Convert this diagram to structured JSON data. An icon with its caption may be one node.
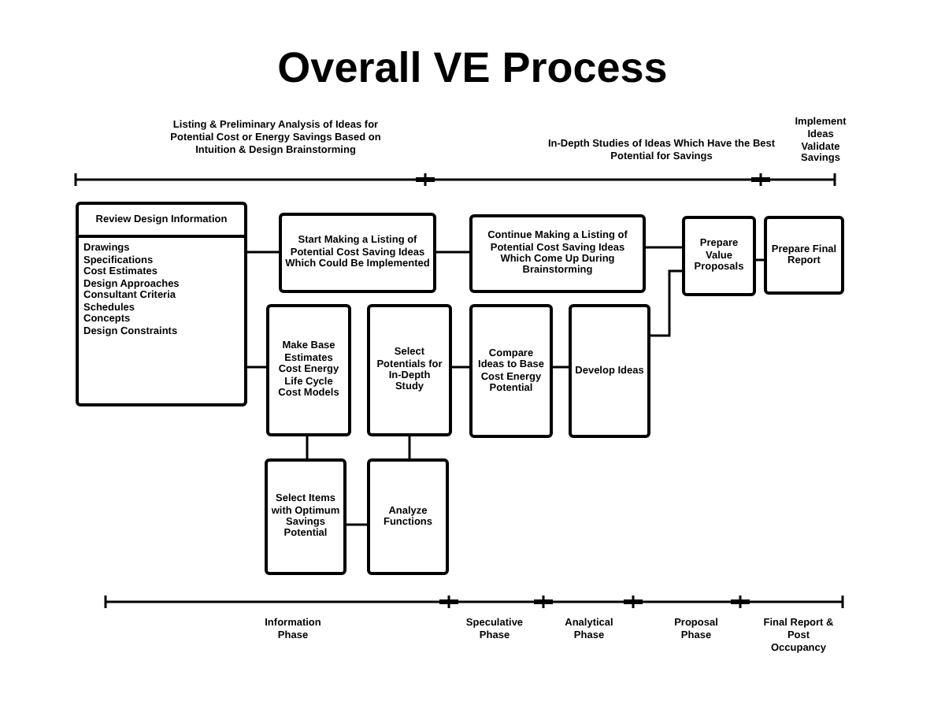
{
  "diagram": {
    "title": "Overall VE Process",
    "nodes": [
      {
        "text": [
          "Review Design Information",
          "Drawings",
          "Specifications",
          "Cost Estimates",
          "Design Approaches",
          "Consultant Criteria",
          "Schedules",
          "Concepts",
          "Design Constraints"
        ]
      },
      {
        "text": [
          "Start Making a Listing of Potential Cost Saving Ideas Which Could Be Implemented"
        ]
      },
      {
        "text": [
          "Continue Making a Listing of Potential Cost Saving Ideas Which Come Up During Brainstorming"
        ]
      },
      {
        "text": [
          "Prepare Value Proposals"
        ]
      },
      {
        "text": [
          "Prepare Final Report"
        ]
      },
      {
        "text": [
          "Make Base Estimates Cost Energy Life Cycle Cost Models"
        ]
      },
      {
        "text": [
          "Select Potentials for In-Depth Study"
        ]
      },
      {
        "text": [
          "Compare Ideas to Base Cost Energy Potential"
        ]
      },
      {
        "text": [
          "Develop Ideas"
        ]
      },
      {
        "text": [
          "Select Items with Optimum Savings Potential"
        ]
      },
      {
        "text": [
          "Analyze Functions"
        ]
      }
    ],
    "edges": [
      {
        "from": 0,
        "to": 1,
        "arrow": "none"
      },
      {
        "from": 1,
        "to": 2,
        "arrow": "none"
      },
      {
        "from": 2,
        "to": 3,
        "arrow": "none"
      },
      {
        "from": 3,
        "to": 4,
        "arrow": "none"
      },
      {
        "from": 0,
        "to": 5,
        "arrow": "none"
      },
      {
        "from": 5,
        "to": 9,
        "arrow": "none"
      },
      {
        "from": 9,
        "to": 10,
        "arrow": "none"
      },
      {
        "from": 6,
        "to": 10,
        "arrow": "none"
      },
      {
        "from": 6,
        "to": 7,
        "arrow": "none"
      },
      {
        "from": 7,
        "to": 8,
        "arrow": "none"
      },
      {
        "from": 8,
        "to": 3,
        "arrow": "none"
      }
    ],
    "labels": [
      "Listing & Preliminary Analysis of Ideas for Potential Cost or Energy Savings Based on Intuition & Design Brainstorming",
      "In-Depth Studies of Ideas Which Have the Best Potential for Savings",
      "Implement Ideas Validate Savings",
      "Information Phase",
      "Speculative Phase",
      "Analytical Phase",
      "Proposal Phase",
      "Final Report & Post Occupancy"
    ]
  }
}
